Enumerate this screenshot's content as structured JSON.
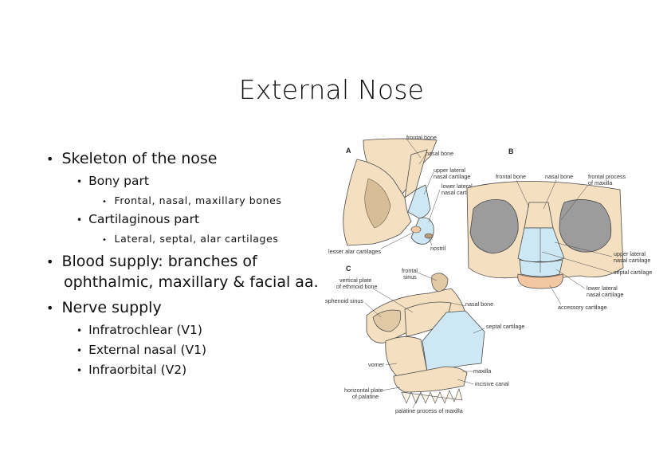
{
  "slide": {
    "title": "External Nose",
    "bullets": [
      {
        "level": 1,
        "text": "Skeleton of the nose"
      },
      {
        "level": 2,
        "text": "Bony part"
      },
      {
        "level": 3,
        "text": "Frontal, nasal, maxillary bones"
      },
      {
        "level": 2,
        "text": "Cartilaginous part"
      },
      {
        "level": 3,
        "text": "Lateral, septal, alar cartilages"
      },
      {
        "level": 1,
        "text": "Blood supply: branches of"
      },
      {
        "level": 1,
        "text": "ophthalmic, maxillary & facial aa."
      },
      {
        "level": 1,
        "text": "Nerve supply"
      },
      {
        "level": 2,
        "text": "Infratrochlear (V1)"
      },
      {
        "level": 2,
        "text": "External nasal (V1)"
      },
      {
        "level": 2,
        "text": "Infraorbital (V2)"
      }
    ],
    "bullet_glyph": "•"
  },
  "figure": {
    "panels": {
      "a": "A",
      "b": "B",
      "c": "C"
    },
    "labels": {
      "a_frontal_bone": "frontal bone",
      "a_nasal_bone": "nasal bone",
      "a_upper_lateral": "upper lateral",
      "a_nasal_cartilage_1": "nasal cartilage",
      "a_lower_lateral": "lower lateral",
      "a_nasal_cartilage_2": "nasal cartilage",
      "a_lesser_alar": "lesser alar cartilages",
      "a_nostril": "nostril",
      "b_frontal_bone": "frontal bone",
      "b_nasal_bone": "nasal bone",
      "b_frontal_process": "frontal process",
      "b_of_maxilla": "of maxilla",
      "b_upper_lateral": "upper lateral",
      "b_nasal_cartilage": "nasal cartilage",
      "b_septal_cartilage": "septal cartilage",
      "b_lower_lateral": "lower lateral",
      "b_nasal_cartilage_2": "nasal cartilage",
      "b_accessory": "accessory cartilage",
      "c_frontal": "frontal",
      "c_sinus": "sinus",
      "c_vertical_plate": "vertical plate",
      "c_of_ethmoid": "of ethmoid bone",
      "c_sphenoid": "sphenoid sinus",
      "c_nasal_bone": "nasal bone",
      "c_septal": "septal cartilage",
      "c_vomer": "vomer",
      "c_maxilla": "maxilla",
      "c_incisive": "incisive canal",
      "c_horizontal": "horizontal plate",
      "c_of_palatine": "of palatine",
      "c_palatine_process": "palatine process of maxilla"
    },
    "colors": {
      "bone": "#f4dfc0",
      "cartilage": "#cde8f4",
      "accessory": "#f2c7a1",
      "line": "#4a4a4a"
    }
  }
}
